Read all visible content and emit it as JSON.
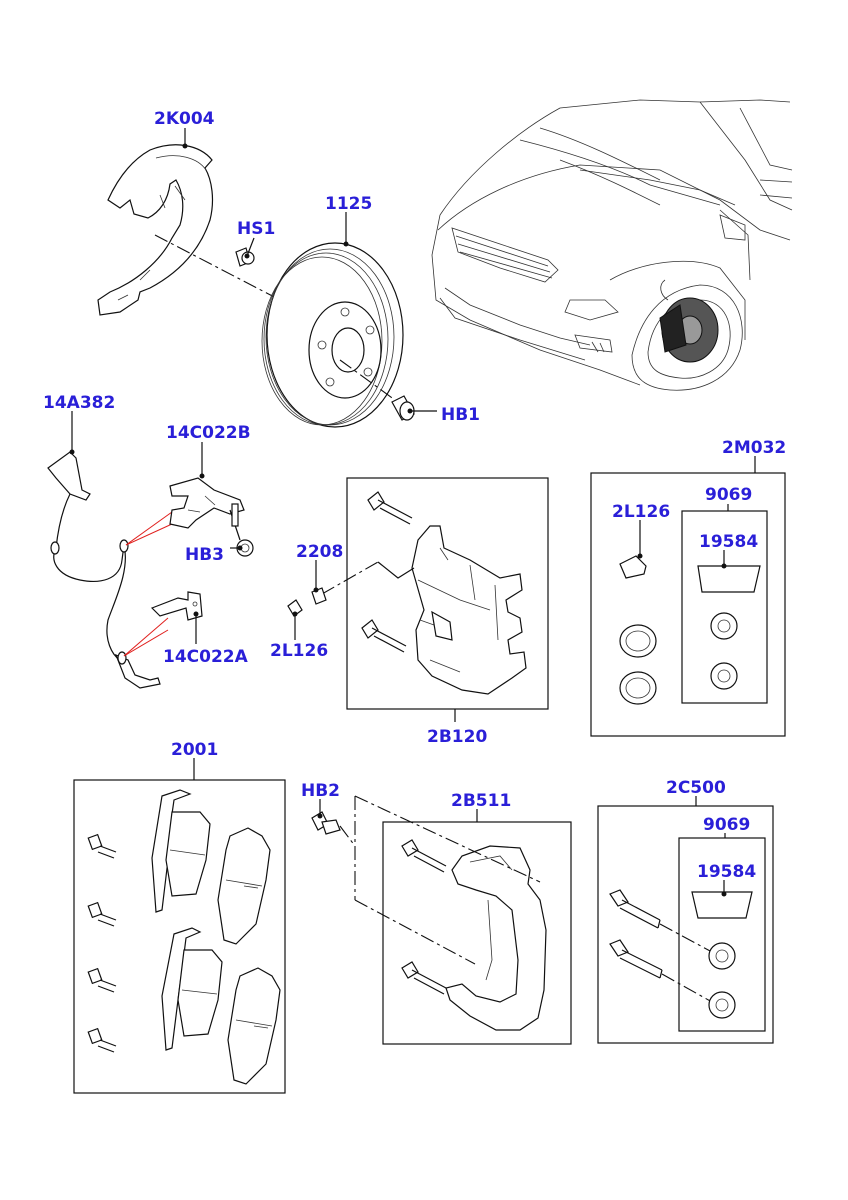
{
  "diagram": {
    "callouts": [
      {
        "id": "2K004",
        "label": "2K004"
      },
      {
        "id": "HS1",
        "label": "HS1"
      },
      {
        "id": "1125",
        "label": "1125"
      },
      {
        "id": "HB1",
        "label": "HB1"
      },
      {
        "id": "14A382",
        "label": "14A382"
      },
      {
        "id": "14C022B",
        "label": "14C022B"
      },
      {
        "id": "HB3",
        "label": "HB3"
      },
      {
        "id": "2208",
        "label": "2208"
      },
      {
        "id": "2L126a",
        "label": "2L126"
      },
      {
        "id": "14C022A",
        "label": "14C022A"
      },
      {
        "id": "2B120",
        "label": "2B120"
      },
      {
        "id": "2M032",
        "label": "2M032"
      },
      {
        "id": "9069a",
        "label": "9069"
      },
      {
        "id": "2L126b",
        "label": "2L126"
      },
      {
        "id": "19584a",
        "label": "19584"
      },
      {
        "id": "2001",
        "label": "2001"
      },
      {
        "id": "HB2",
        "label": "HB2"
      },
      {
        "id": "2B511",
        "label": "2B511"
      },
      {
        "id": "2C500",
        "label": "2C500"
      },
      {
        "id": "9069b",
        "label": "9069"
      },
      {
        "id": "19584b",
        "label": "19584"
      }
    ]
  },
  "colors": {
    "callout": "#2a1fd8",
    "line": "#111111",
    "sensor_leader": "#e0201e"
  }
}
